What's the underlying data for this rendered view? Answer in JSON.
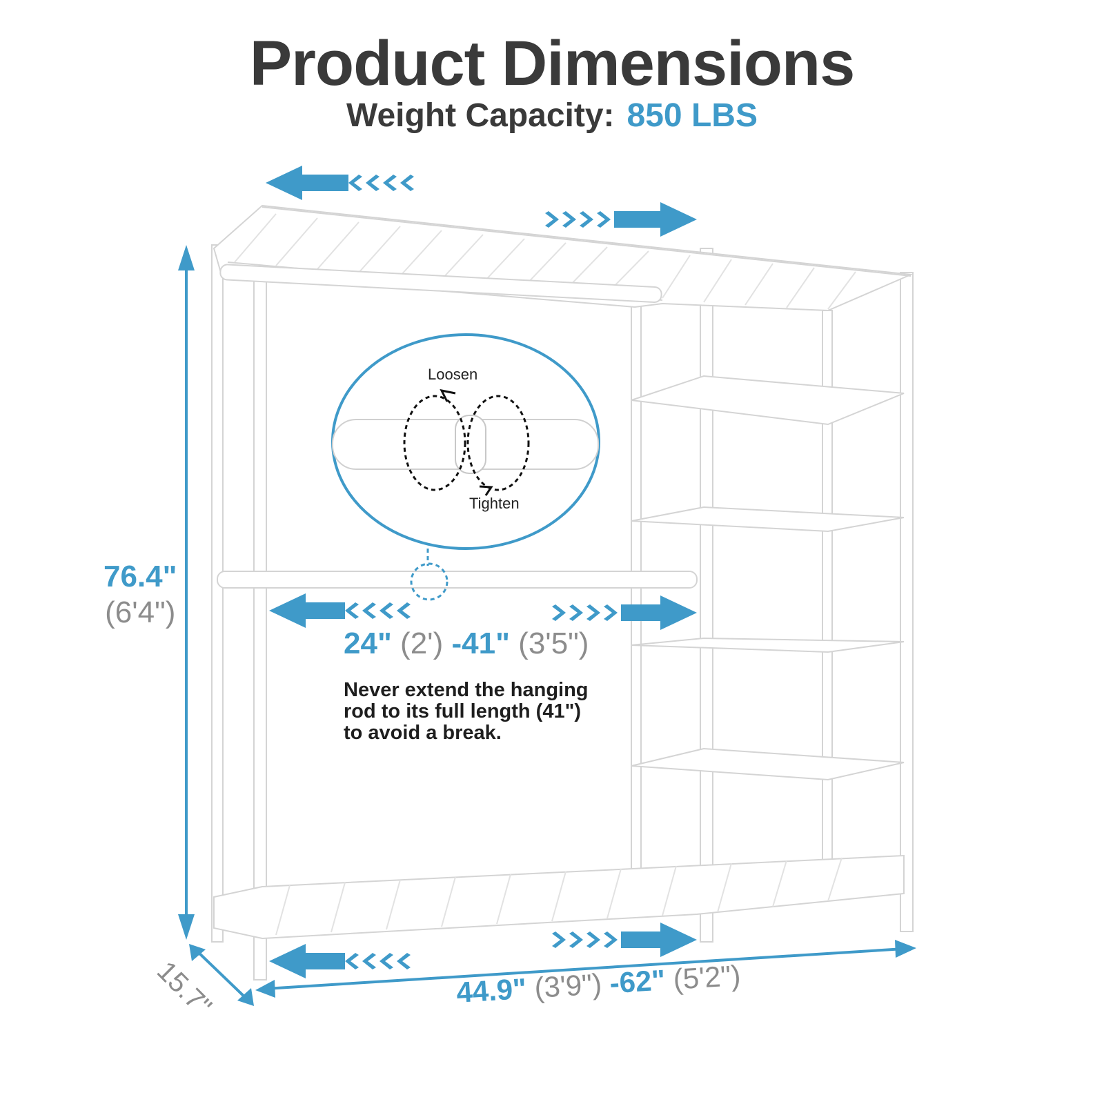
{
  "title": "Product Dimensions",
  "subtitle": {
    "label": "Weight Capacity:",
    "value": "850 LBS"
  },
  "dimensions": {
    "height": {
      "inches": "76.4\"",
      "feet": "(6'4\")"
    },
    "rod_length": {
      "min_in": "24\"",
      "min_ft": "(2')",
      "max_in": "-41\"",
      "max_ft": "(3'5\")"
    },
    "width": {
      "min_in": "44.9\"",
      "min_ft": "(3'9\")",
      "max_in": "-62\"",
      "max_ft": "(5'2\")"
    },
    "depth": "15.7\""
  },
  "callout": {
    "loosen": "Loosen",
    "tighten": "Tighten"
  },
  "warning": "Never extend the hanging rod to its full length (41\") to avoid a break.",
  "colors": {
    "accent": "#3f9ac9",
    "title": "#3a3a3a",
    "gray": "#8c8c8c"
  }
}
